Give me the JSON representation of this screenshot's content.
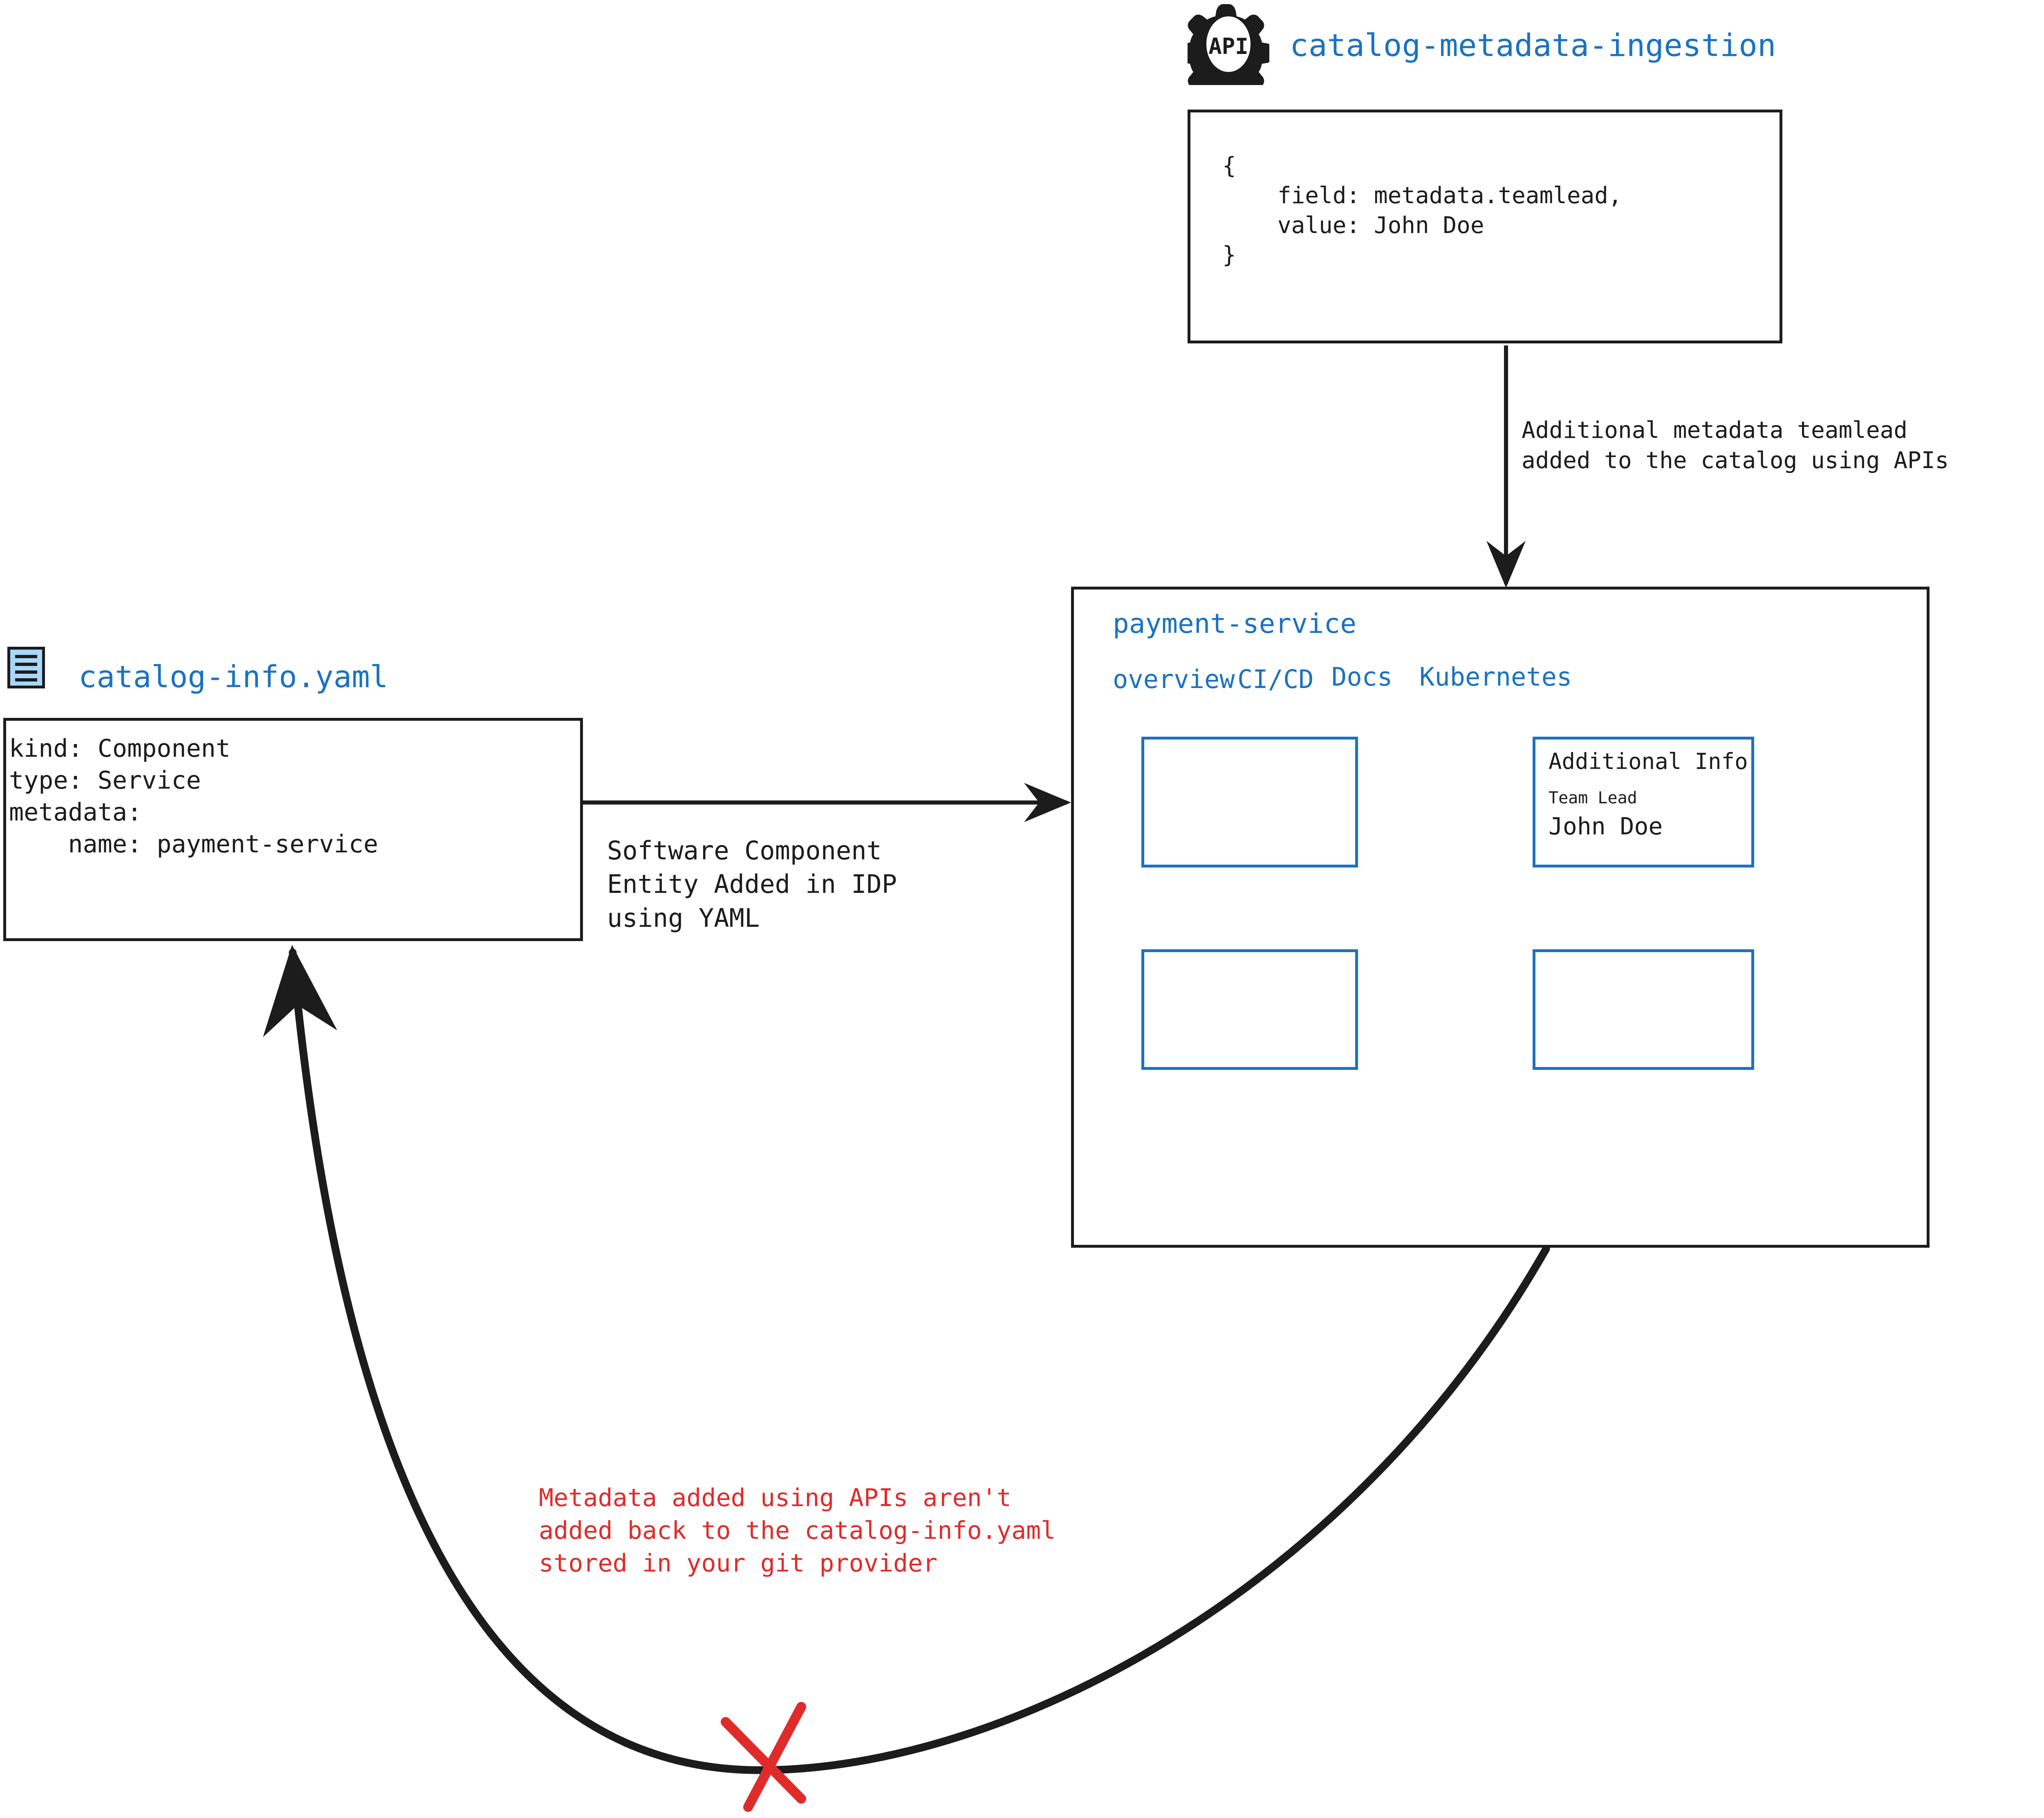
{
  "api_node": {
    "icon": "api-gear-icon",
    "icon_text": "API",
    "title": "catalog-metadata-ingestion",
    "payload": "{\n    field: metadata.teamlead,\n    value: John Doe\n}"
  },
  "yaml_node": {
    "icon": "yaml-file-icon",
    "title": "catalog-info.yaml",
    "content": "kind: Component\ntype: Service\nmetadata:\n    name: payment-service"
  },
  "edges": {
    "api_to_catalog": "Additional metadata teamlead\nadded to the catalog using APIs",
    "yaml_to_catalog": "Software Component\nEntity Added in IDP\nusing YAML",
    "catalog_to_yaml_warning": "Metadata added using APIs aren't\nadded back to the catalog-info.yaml\nstored in your git provider",
    "blocked_marker": "red-x-icon"
  },
  "catalog_panel": {
    "title": "payment-service",
    "tabs": [
      {
        "label": "overview"
      },
      {
        "label": "CI/CD"
      },
      {
        "label": "Docs"
      },
      {
        "label": "Kubernetes"
      }
    ],
    "cards": [
      {
        "name": "overview-card",
        "heading": "",
        "key": "",
        "value": ""
      },
      {
        "name": "additional-info-card",
        "heading": "Additional Info",
        "key": "Team Lead",
        "value": "John Doe"
      },
      {
        "name": "lower-left-card",
        "heading": "",
        "key": "",
        "value": ""
      },
      {
        "name": "lower-right-card",
        "heading": "",
        "key": "",
        "value": ""
      }
    ]
  },
  "colors": {
    "accent_blue": "#1b72c2",
    "ink": "#1c1c1c",
    "warning_red": "#e02b2b",
    "icon_fill": "#a7d8fb"
  }
}
